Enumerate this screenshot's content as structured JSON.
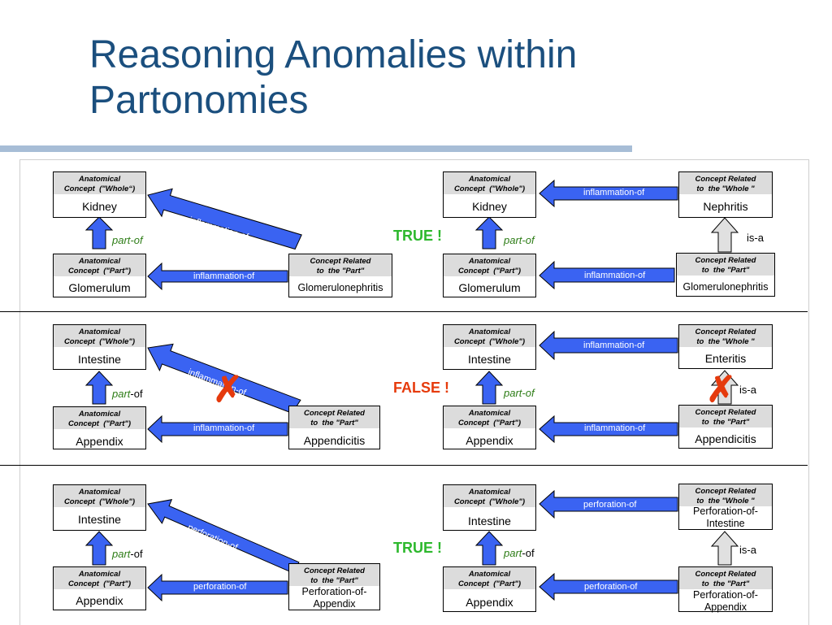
{
  "title": "Reasoning Anomalies within Partonomies",
  "labels": {
    "whole_hdr": "Anatomical\nConcept  (\"Whole\")",
    "whole_hdr_1": "Anatomical\nConcept  (\"Whole“)",
    "part_hdr": "Anatomical\nConcept  (\"Part\")",
    "rel_whole_hdr": "Concept Related\nto  the \"Whole \"",
    "rel_part_hdr": "Concept Related\nto  the \"Part\"",
    "part_of_italic": "part-of",
    "part_italic": "part",
    "of_suffix": "-of",
    "is_a": "is-a"
  },
  "rows": [
    {
      "whole": "Kidney",
      "part": "Glomerulum",
      "related_part": "Glomerulonephritis",
      "related_whole": "Nephritis",
      "relation": "inflammation-of",
      "verdict": "TRUE !",
      "verdict_color": "#2db82d"
    },
    {
      "whole": "Intestine",
      "part": "Appendix",
      "related_part": "Appendicitis",
      "related_whole": "Enteritis",
      "relation": "inflammation-of",
      "verdict": "FALSE !",
      "verdict_color": "#e63b0c"
    },
    {
      "whole": "Intestine",
      "part": "Appendix",
      "related_part": "Perforation-of-\nAppendix",
      "related_whole": "Perforation-of-\nIntestine",
      "relation": "perforation-of",
      "verdict": "TRUE !",
      "verdict_color": "#2db82d"
    }
  ],
  "marks": {
    "x": "✗"
  },
  "colors": {
    "title": "#1b4f7e",
    "arrow": "#3a63f2",
    "true": "#2db82d",
    "false": "#e63b0c",
    "partof": "#2e7d17"
  }
}
